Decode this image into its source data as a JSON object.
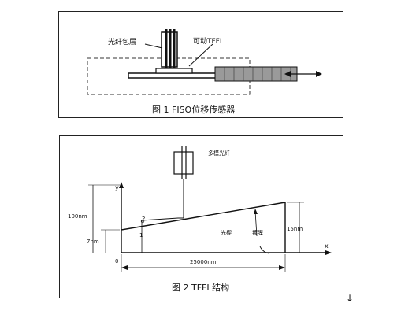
{
  "figure1": {
    "caption": "图 1 FISO位移传感器",
    "label_cladding": "光纤包层",
    "label_tffi": "可动TFFI"
  },
  "figure2": {
    "caption": "图 2 TFFI 结构",
    "label_fiber": "多模光纤",
    "label_wedge": "光楔",
    "label_film": "镀膜",
    "axis_y": "y",
    "axis_x": "x",
    "origin": "0",
    "dim_height": "100nm",
    "dim_left": "7nm",
    "dim_right": "15nm",
    "dim_length": "25000nm",
    "marker_1": "1",
    "marker_2": "2"
  },
  "trailing_mark": "↓"
}
